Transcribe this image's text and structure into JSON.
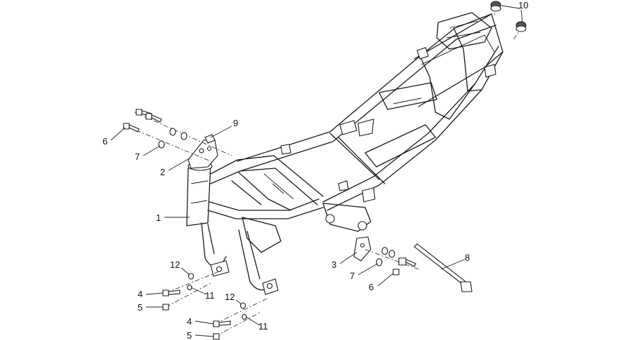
{
  "callouts": [
    {
      "id": "c1",
      "label": "1"
    },
    {
      "id": "c2",
      "label": "2"
    },
    {
      "id": "c3",
      "label": "3"
    },
    {
      "id": "c4a",
      "label": "4"
    },
    {
      "id": "c4b",
      "label": "4"
    },
    {
      "id": "c5a",
      "label": "5"
    },
    {
      "id": "c5b",
      "label": "5"
    },
    {
      "id": "c6a",
      "label": "6"
    },
    {
      "id": "c6b",
      "label": "6"
    },
    {
      "id": "c7a",
      "label": "7"
    },
    {
      "id": "c7b",
      "label": "7"
    },
    {
      "id": "c8",
      "label": "8"
    },
    {
      "id": "c9",
      "label": "9"
    },
    {
      "id": "c10",
      "label": "10"
    },
    {
      "id": "c11a",
      "label": "11"
    },
    {
      "id": "c11b",
      "label": "11"
    },
    {
      "id": "c12a",
      "label": "12"
    },
    {
      "id": "c12b",
      "label": "12"
    }
  ]
}
